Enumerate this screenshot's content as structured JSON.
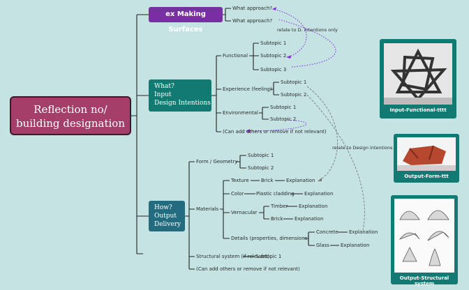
{
  "root": {
    "line1": "Reflection no/",
    "line2": "building designation"
  },
  "making": {
    "title": "ex Making Surfaces",
    "q1": "What approach?",
    "q2": "What approach?",
    "note": "relate to D. intentions only"
  },
  "what": {
    "line1": "What?",
    "line2": "Input",
    "line3": "Design Intentions",
    "functional": "Functional",
    "functional_sub": [
      "Subtopic 1",
      "Subtopic 2",
      "Subtopic 3"
    ],
    "experience": "Experience (feeling)",
    "experience_sub": [
      "Subtopic 1",
      "Subtopic 2"
    ],
    "environmental": "Environmental",
    "environmental_sub": [
      "Subtopic 1",
      "Subtopic 2"
    ],
    "more": "(Can add others or remove if not relevant)"
  },
  "how": {
    "line1": "How?",
    "line2": "Output",
    "line3": "Delivery",
    "form": "Form / Geometry",
    "form_sub": [
      "Subtopic 1",
      "Subtopic 2"
    ],
    "materials": "Materials",
    "texture": "Texture",
    "brick": "Brick",
    "color": "Color",
    "plastic": "Plastic cladding",
    "vernacular": "Vernacular",
    "timber": "Timber",
    "brick2": "Brick",
    "details": "Details (properties, dimensions)",
    "concrete": "Concrete",
    "glass": "Glass",
    "explanation": "Explanation",
    "structural": "Structural system (if relevant)",
    "structural_sub": "Subtopic 1",
    "more": "(Can add others or remove if not relevant)"
  },
  "relate_note": "relate to Design intentions",
  "cards": {
    "functional": "Input-Functional-tttt",
    "form": "Output-Form-ttt",
    "structural": "Output-Structural system"
  },
  "colors": {
    "background": "#c5e3e3",
    "root": "#a33f68",
    "making": "#7a2ea3",
    "what": "#127a72",
    "how": "#236b7e",
    "link_purple": "#8a2be2"
  }
}
